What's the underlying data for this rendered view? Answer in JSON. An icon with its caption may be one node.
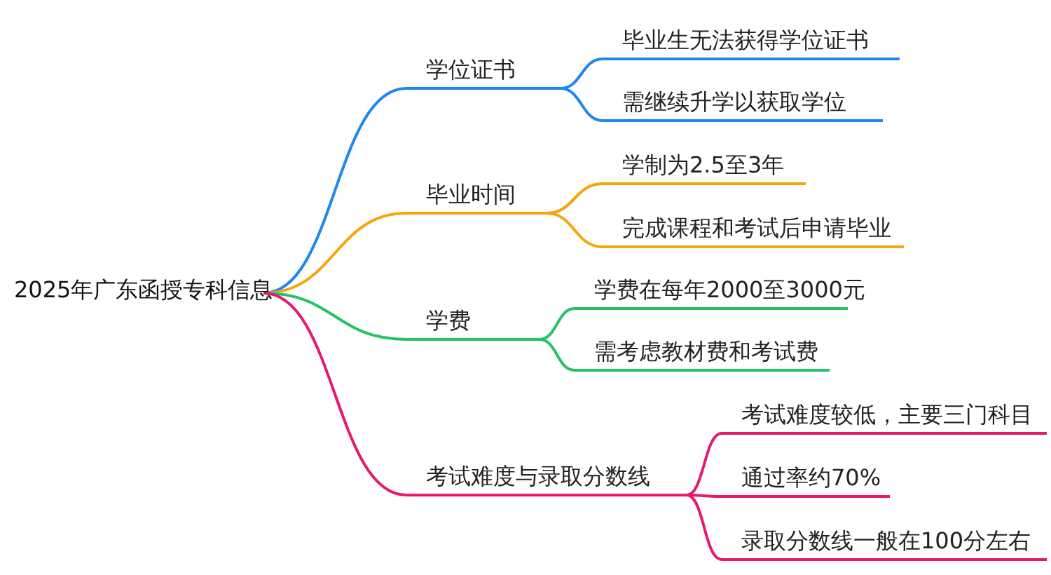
{
  "diagram": {
    "nodes": [
      {
        "text": [
          "2025年广东函授专科信息"
        ]
      },
      {
        "text": [
          "学位证书"
        ]
      },
      {
        "text": [
          "毕业生无法获得学位证书"
        ]
      },
      {
        "text": [
          "需继续升学以获取学位"
        ]
      },
      {
        "text": [
          "毕业时间"
        ]
      },
      {
        "text": [
          "学制为2.5至3年"
        ]
      },
      {
        "text": [
          "完成课程和考试后申请毕业"
        ]
      },
      {
        "text": [
          "学费"
        ]
      },
      {
        "text": [
          "学费在每年2000至3000元"
        ]
      },
      {
        "text": [
          "需考虑教材费和考试费"
        ]
      },
      {
        "text": [
          "考试难度与录取分数线"
        ]
      },
      {
        "text": [
          "考试难度较低，主要三门科目"
        ]
      },
      {
        "text": [
          "通过率约70%"
        ]
      },
      {
        "text": [
          "录取分数线一般在100分左右"
        ]
      }
    ],
    "edges": [
      {
        "from": 0,
        "to": 1,
        "arrow": "none",
        "color": "#1e88f0"
      },
      {
        "from": 1,
        "to": 2,
        "arrow": "none",
        "color": "#1e88f0"
      },
      {
        "from": 1,
        "to": 3,
        "arrow": "none",
        "color": "#1e88f0"
      },
      {
        "from": 0,
        "to": 4,
        "arrow": "none",
        "color": "#f5a50a"
      },
      {
        "from": 4,
        "to": 5,
        "arrow": "none",
        "color": "#f5a50a"
      },
      {
        "from": 4,
        "to": 6,
        "arrow": "none",
        "color": "#f5a50a"
      },
      {
        "from": 0,
        "to": 7,
        "arrow": "none",
        "color": "#25c26a"
      },
      {
        "from": 7,
        "to": 8,
        "arrow": "none",
        "color": "#25c26a"
      },
      {
        "from": 7,
        "to": 9,
        "arrow": "none",
        "color": "#25c26a"
      },
      {
        "from": 0,
        "to": 10,
        "arrow": "none",
        "color": "#e8186d"
      },
      {
        "from": 10,
        "to": 11,
        "arrow": "none",
        "color": "#e8186d"
      },
      {
        "from": 10,
        "to": 12,
        "arrow": "none",
        "color": "#e8186d"
      },
      {
        "from": 10,
        "to": 13,
        "arrow": "none",
        "color": "#e8186d"
      }
    ]
  }
}
